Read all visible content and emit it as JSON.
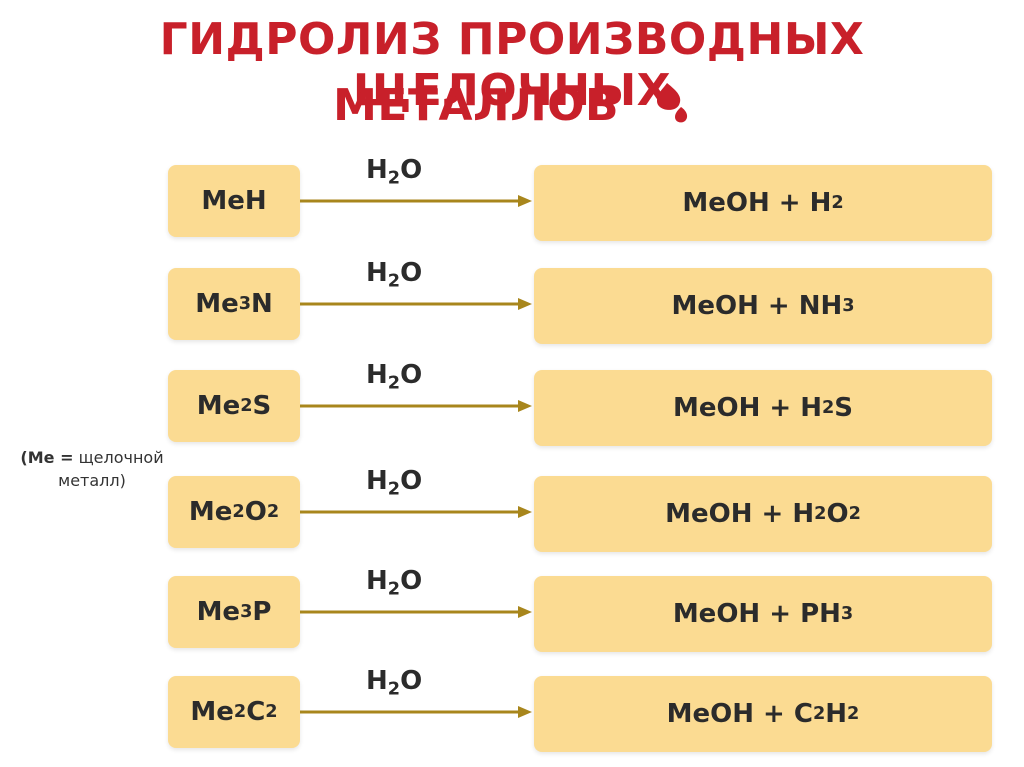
{
  "title": {
    "line1": "ГИДРОЛИЗ ПРОИЗВОДНЫХ ЩЕЛОЧНЫХ",
    "line2": "МЕТАЛЛОВ",
    "icon": "drops-icon",
    "color": "#c8202a"
  },
  "note": {
    "bold": "(Me =",
    "text1": "щелочной",
    "text2": "металл)"
  },
  "reagent": {
    "main": "H",
    "sub": "2",
    "tail": "O"
  },
  "reactions": [
    {
      "left": [
        [
          "MeH",
          ""
        ]
      ],
      "right": [
        [
          "MeOH + H",
          "2"
        ]
      ]
    },
    {
      "left": [
        [
          "Me",
          "3"
        ],
        [
          "N",
          ""
        ]
      ],
      "right": [
        [
          "MeOH + NH",
          "3"
        ]
      ]
    },
    {
      "left": [
        [
          "Me",
          "2"
        ],
        [
          "S",
          ""
        ]
      ],
      "right": [
        [
          "MeOH + H",
          "2"
        ],
        [
          "S",
          ""
        ]
      ]
    },
    {
      "left": [
        [
          "Me",
          "2"
        ],
        [
          "O",
          "2"
        ]
      ],
      "right": [
        [
          "MeOH + H",
          "2"
        ],
        [
          "O",
          "2"
        ]
      ]
    },
    {
      "left": [
        [
          "Me",
          "3"
        ],
        [
          "P",
          ""
        ]
      ],
      "right": [
        [
          "MeOH + PH",
          "3"
        ]
      ]
    },
    {
      "left": [
        [
          "Me",
          "2"
        ],
        [
          "C",
          "2"
        ]
      ],
      "right": [
        [
          "MeOH + C",
          "2"
        ],
        [
          "H",
          "2"
        ]
      ]
    }
  ],
  "colors": {
    "box": "#fbdb92",
    "arrow": "#a8861c"
  }
}
